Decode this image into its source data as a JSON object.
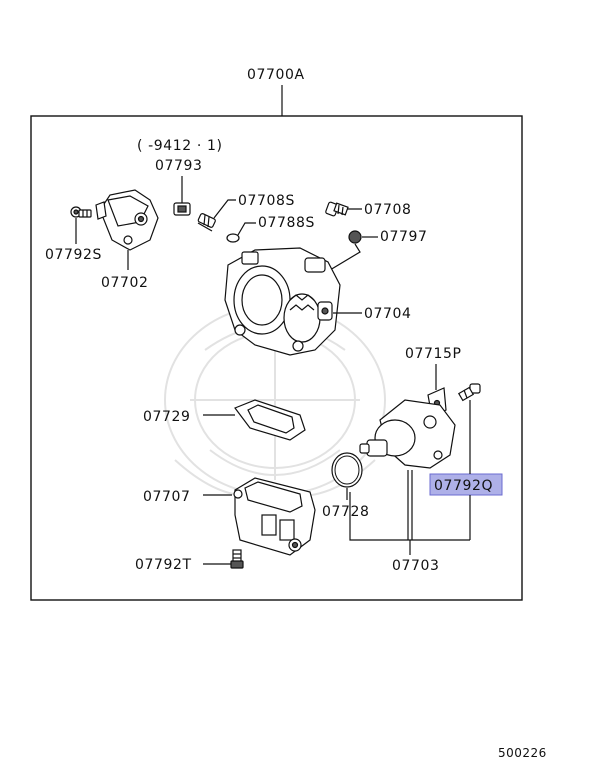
{
  "diagram": {
    "assembly_label": "07700A",
    "date_range_note": "( -9412 · 1)",
    "figure_number": "500226",
    "highlight_color": "#aeb0e8",
    "parts": {
      "p07793": "07793",
      "p07708s": "07708S",
      "p07788s": "07788S",
      "p07708": "07708",
      "p07797": "07797",
      "p07792s": "07792S",
      "p07702": "07702",
      "p07704": "07704",
      "p07715p": "07715P",
      "p07729": "07729",
      "p07792q": "07792Q",
      "p07707": "07707",
      "p07728": "07728",
      "p07792t": "07792T",
      "p07703": "07703"
    }
  }
}
